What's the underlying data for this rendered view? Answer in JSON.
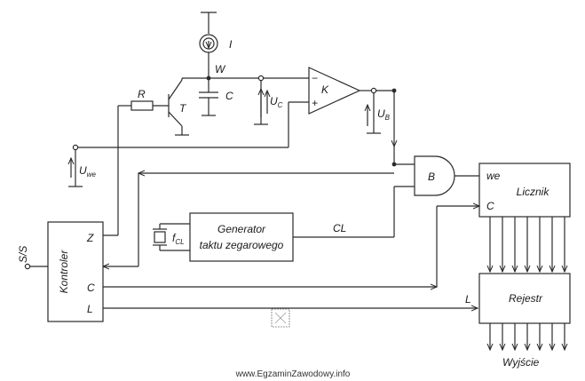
{
  "labels": {
    "I": "I",
    "W": "W",
    "C_cap": "C",
    "R": "R",
    "T": "T",
    "K": "K",
    "UC": "U",
    "UC_sub": "C",
    "UB": "U",
    "UB_sub": "B",
    "Uwe": "U",
    "Uwe_sub": "we",
    "B": "B",
    "fCL": "f",
    "fCL_sub": "CL",
    "CL": "CL",
    "L": "L",
    "SS": "S/S",
    "minus": "−",
    "plus": "+"
  },
  "blocks": {
    "generator_line1": "Generator",
    "generator_line2": "taktu zegarowego",
    "licznik": "Licznik",
    "licznik_we": "we",
    "licznik_c": "C",
    "rejestr": "Rejestr",
    "kontroler": "Kontroler",
    "kontroler_z": "Z",
    "kontroler_c": "C",
    "kontroler_l": "L"
  },
  "output_label": "Wyjście",
  "watermark": "www.EgzaminZawodowy.info"
}
